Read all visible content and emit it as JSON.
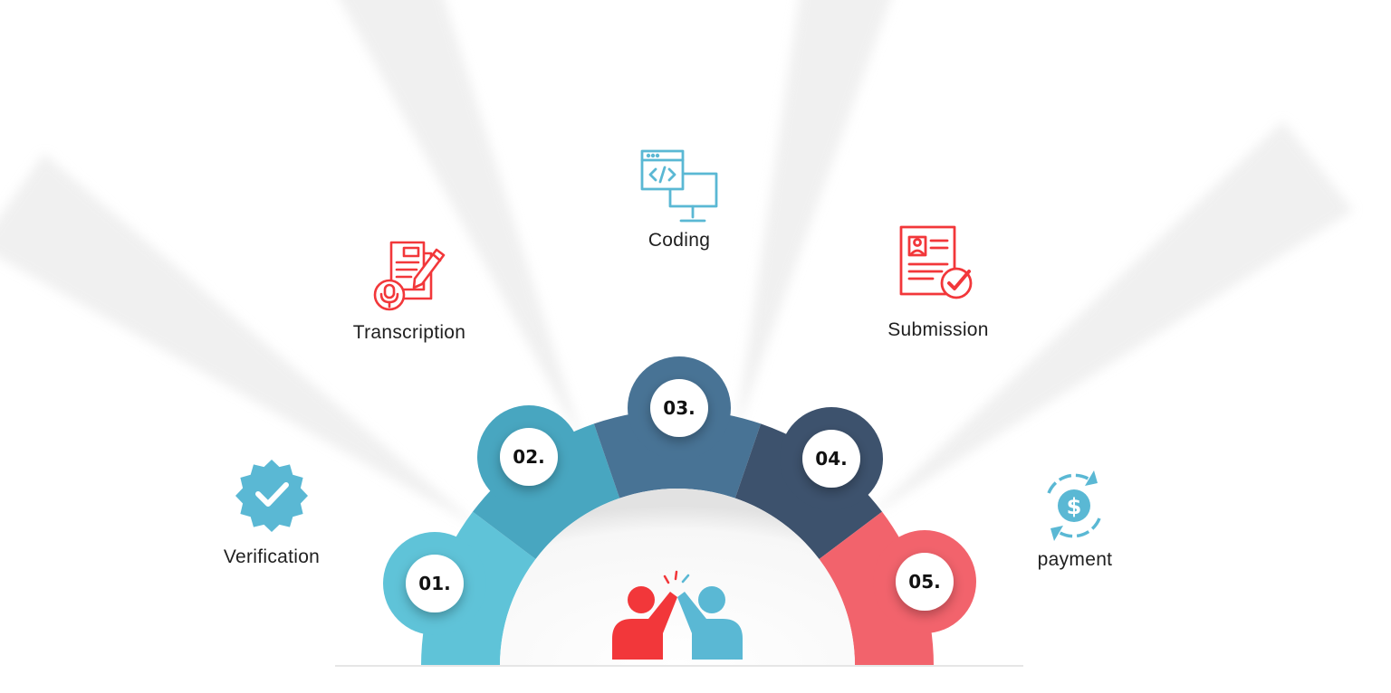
{
  "steps": [
    {
      "number": "01.",
      "label": "Verification",
      "icon": "verified-badge-icon",
      "color": "#5fc3d8"
    },
    {
      "number": "02.",
      "label": "Transcription",
      "icon": "transcription-icon",
      "color": "#48a6c0"
    },
    {
      "number": "03.",
      "label": "Coding",
      "icon": "code-monitor-icon",
      "color": "#487395"
    },
    {
      "number": "04.",
      "label": "Submission",
      "icon": "submission-icon",
      "color": "#3d526d"
    },
    {
      "number": "05.",
      "label": "payment",
      "icon": "payment-cycle-icon",
      "color": "#f2636c"
    }
  ],
  "center_icon": "high-five-icon",
  "colors": {
    "accent_red": "#f2373a",
    "accent_blue": "#5ab8d4",
    "person_red": "#f2373a",
    "person_blue": "#5ab8d4"
  }
}
